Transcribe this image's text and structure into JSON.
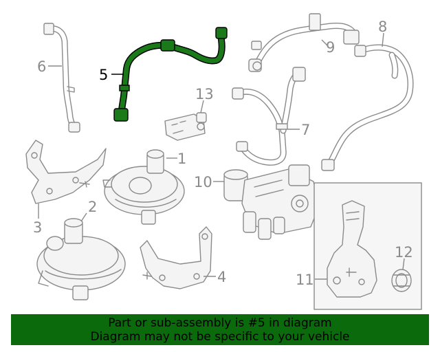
{
  "callouts": {
    "c1": "1",
    "c2": "2",
    "c3": "3",
    "c4": "4",
    "c5": "5",
    "c6": "6",
    "c7": "7",
    "c8": "8",
    "c9": "9",
    "c10": "10",
    "c11": "11",
    "c12": "12",
    "c13": "13"
  },
  "highlighted_part": "5",
  "colors": {
    "highlight": "#1a7a1a",
    "banner": "#0b6a0b",
    "line_art": "#8a8a8a"
  },
  "banner": {
    "line1": "Part or sub-assembly is #5 in diagram",
    "line2": "Diagram may not be specific to your vehicle"
  }
}
